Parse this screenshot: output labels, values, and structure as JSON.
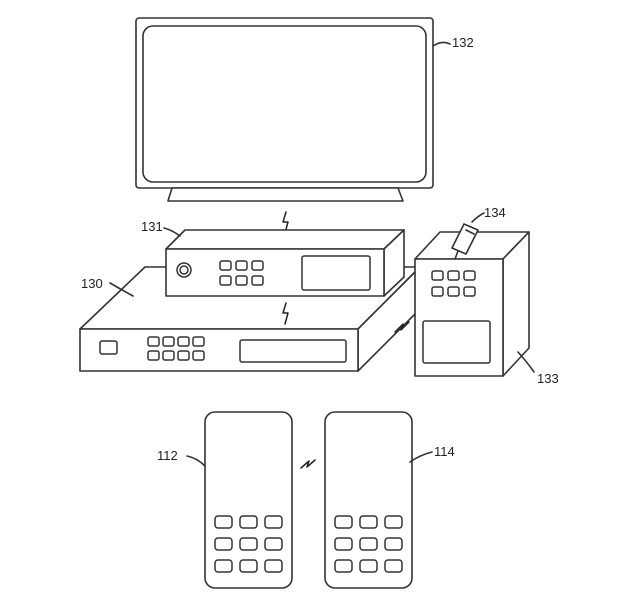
{
  "labels": {
    "tv": "132",
    "set_top_box": "131",
    "receiver": "130",
    "tower": "133",
    "dongle": "134",
    "phone_left": "112",
    "phone_right": "114"
  },
  "colors": {
    "stroke": "#333333",
    "shade": "#8a8a8a"
  }
}
